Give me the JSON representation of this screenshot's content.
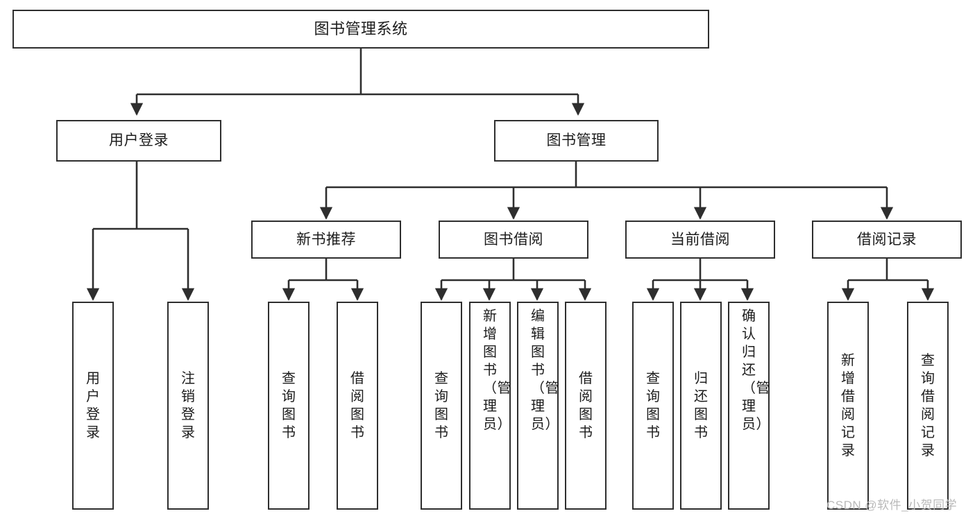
{
  "diagram": {
    "type": "tree-hierarchy",
    "title": "图书管理系统",
    "orientation": "top-down",
    "colors": {
      "background": "#ffffff",
      "node_border": "#2e2e2e",
      "node_fill": "#ffffff",
      "text": "#1c1c1c",
      "connector": "#2e2e2e",
      "watermark": "#b9b9b9"
    },
    "root": {
      "label": "图书管理系统"
    },
    "level2": [
      {
        "label": "用户登录"
      },
      {
        "label": "图书管理"
      }
    ],
    "level3": [
      {
        "label": "新书推荐"
      },
      {
        "label": "图书借阅"
      },
      {
        "label": "当前借阅"
      },
      {
        "label": "借阅记录"
      }
    ],
    "leaves": {
      "user_login": [
        {
          "label": "用户登录"
        },
        {
          "label": "注销登录"
        }
      ],
      "new_book_recommend": [
        {
          "label": "查询图书"
        },
        {
          "label": "借阅图书"
        }
      ],
      "book_borrow": [
        {
          "label": "查询图书"
        },
        {
          "label": "新增图书（管理员）"
        },
        {
          "label": "编辑图书（管理员）"
        },
        {
          "label": "借阅图书"
        }
      ],
      "current_borrow": [
        {
          "label": "查询图书"
        },
        {
          "label": "归还图书"
        },
        {
          "label": "确认归还（管理员）"
        }
      ],
      "borrow_record": [
        {
          "label": "新增借阅记录"
        },
        {
          "label": "查询借阅记录"
        }
      ]
    },
    "watermark": "CSDN @软件_小贺同学"
  }
}
